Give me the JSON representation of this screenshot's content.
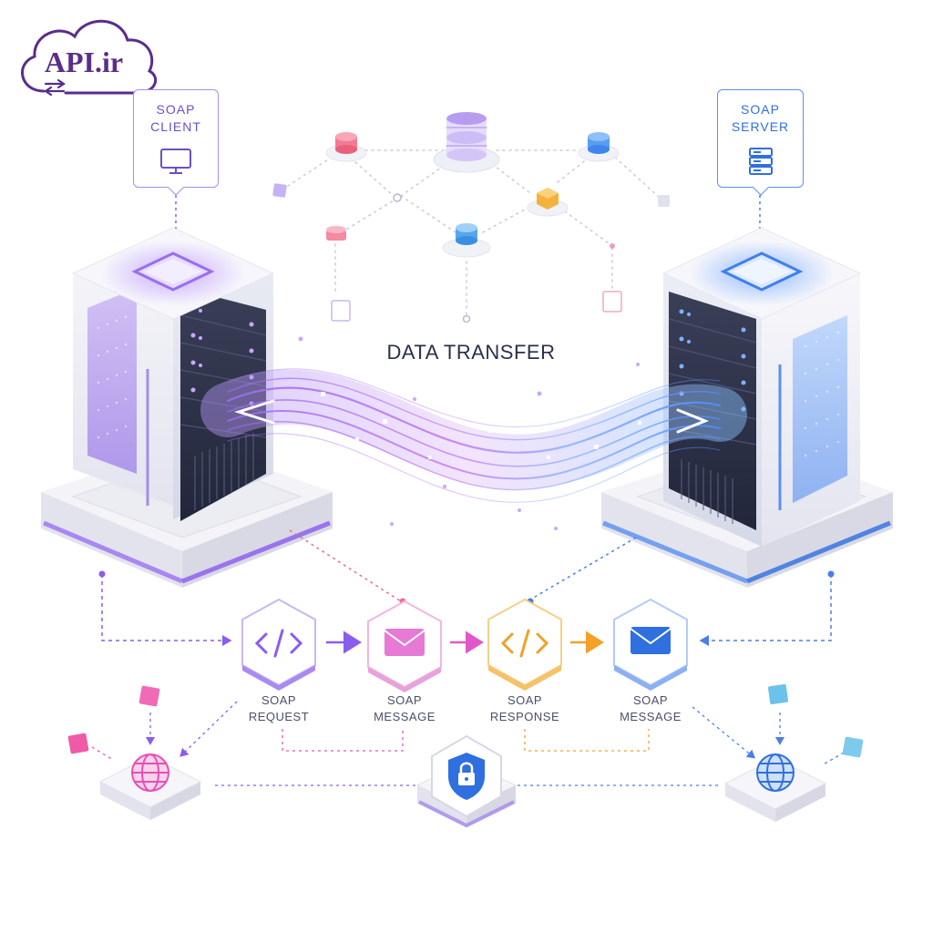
{
  "brand": {
    "text": "API.ir"
  },
  "client": {
    "line1": "SOAP",
    "line2": "CLIENT",
    "icon": "monitor-icon"
  },
  "server": {
    "line1": "SOAP",
    "line2": "SERVER",
    "icon": "server-rack-icon"
  },
  "center": {
    "title": "DATA TRANSFER"
  },
  "flow": [
    {
      "line1": "SOAP",
      "line2": "REQUEST",
      "icon": "code-icon",
      "color": "#8a5cf0"
    },
    {
      "line1": "SOAP",
      "line2": "MESSAGE",
      "icon": "envelope-icon",
      "color": "#e058c8"
    },
    {
      "line1": "SOAP",
      "line2": "RESPONSE",
      "icon": "code-icon",
      "color": "#f2a028"
    },
    {
      "line1": "SOAP",
      "line2": "MESSAGE",
      "icon": "envelope-icon",
      "color": "#2f6fe0"
    }
  ],
  "bottom": {
    "left": "globe-icon",
    "center": "lock-shield-icon",
    "right": "globe-icon"
  },
  "colors": {
    "purple": "#8a5cf0",
    "pink": "#e058c8",
    "orange": "#f2a028",
    "blue": "#2f6fe0",
    "brand": "#5a2d8c"
  }
}
